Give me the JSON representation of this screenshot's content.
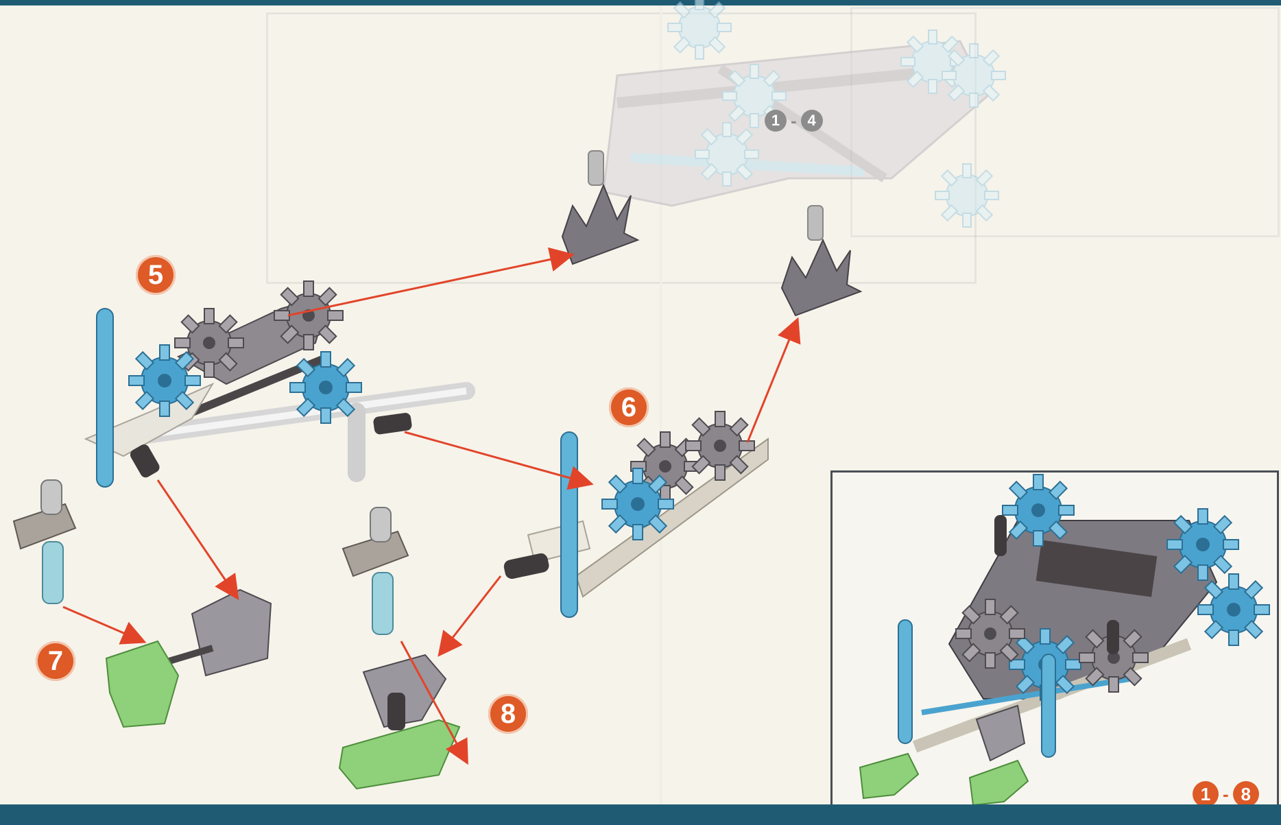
{
  "steps": [
    {
      "number": "5"
    },
    {
      "number": "6"
    },
    {
      "number": "7"
    },
    {
      "number": "8"
    }
  ],
  "ranges": {
    "prior": {
      "from": "1",
      "dash": "-",
      "to": "4"
    },
    "summary": {
      "from": "1",
      "dash": "-",
      "to": "8"
    }
  },
  "colors": {
    "badge": "#de5a26",
    "rod_blue": "#5fb4d8",
    "connector_blue": "#4aa3cf",
    "connector_grey": "#8a868c",
    "connector_green": "#8fd07a",
    "arrow": "#e2442a",
    "band": "#1f5c74"
  }
}
